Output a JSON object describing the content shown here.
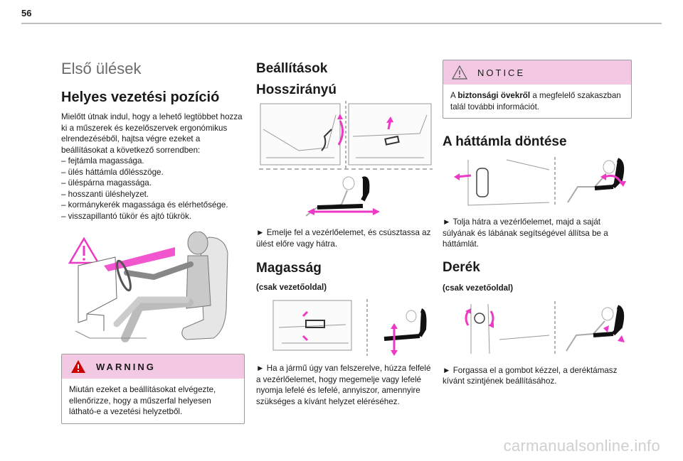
{
  "page": {
    "number": "56",
    "watermark": "carmanualsonline.info"
  },
  "col1": {
    "chapter_title": "Első ülések",
    "section_title": "Helyes vezetési pozíció",
    "intro": "Mielőtt útnak indul, hogy a lehető legtöbbet hozza ki a műszerek és kezelőszervek ergonómikus elrendezéséből, hajtsa végre ezeket a beállításokat a következő sorrendben:",
    "items": [
      "fejtámla magassága.",
      "ülés háttámla dőlésszöge.",
      "üléspárna magassága.",
      "hosszanti üléshelyzet.",
      "kormánykerék magassága és elérhetősége.",
      "visszapillantó tükör és ajtó tükrök."
    ],
    "warning": {
      "label": "WARNING",
      "text": "Miután ezeket a beállításokat elvégezte, ellenőrizze, hogy a műszerfal helyesen látható-e a vezetési helyzetből."
    }
  },
  "col2": {
    "title": "Beállítások",
    "longitudinal_title": "Hosszirányú",
    "longitudinal_text": "► Emelje fel a vezérlőelemet, és csúsztassa az ülést előre vagy hátra.",
    "height_title": "Magasság",
    "height_sub": "(csak vezetőoldal)",
    "height_text": "► Ha a jármű úgy van felszerelve, húzza felfelé a vezérlőelemet, hogy megemelje vagy lefelé nyomja lefelé és lefelé, annyiszor, amennyire szükséges a kívánt helyzet eléréséhez."
  },
  "col3": {
    "notice": {
      "label": "NOTICE",
      "text_bold": "biztonsági övekről",
      "text_pre": "A ",
      "text_post": " a megfelelő szakaszban talál további információt."
    },
    "backrest_title": "A háttámla döntése",
    "backrest_text": "► Tolja hátra a vezérlőelemet, majd a saját súlyának és lábának segítségével állítsa be a háttámlát.",
    "lumbar_title": "Derék",
    "lumbar_sub": "(csak vezetőoldal)",
    "lumbar_text": "► Forgassa el a gombot kézzel, a deréktámasz kívánt szintjének beállításához."
  },
  "colors": {
    "accent_pink": "#ee38c6",
    "box_pink": "#f3c8e3",
    "warning_red": "#cc0000"
  }
}
